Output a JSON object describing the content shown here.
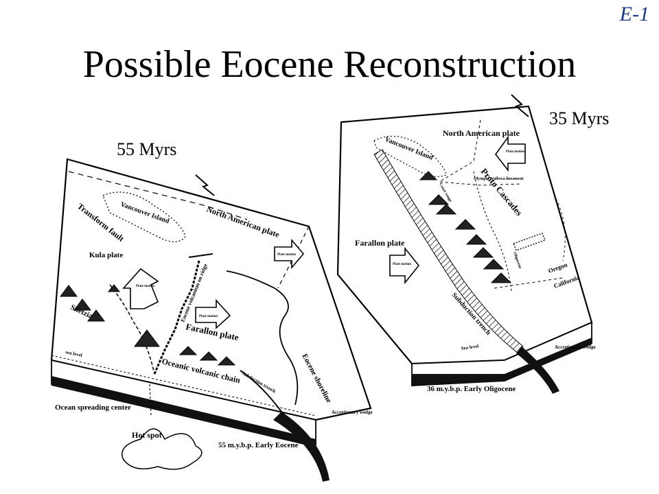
{
  "slide": {
    "id": "E-1",
    "title": "Possible Eocene Reconstruction"
  },
  "ages": {
    "left": "55 Myrs",
    "right": "35 Myrs"
  },
  "left_block": {
    "caption": "55 m.y.b.p.  Early Eocene",
    "labels": {
      "vancouver": "Vancouver Island",
      "north_american": "North American plate",
      "transform": "Transform fault",
      "kula": "Kula plate",
      "plate_motion": "Plate motion",
      "ridge": "Eocene volcanism on ridge",
      "farallon": "Farallon plate",
      "siletzia": "Siletzia",
      "oceanic_chain": "Oceanic volcanic chain",
      "subduction": "Subduction trench",
      "shoreline": "Eocene shoreline",
      "sea_level": "sea level",
      "spreading": "Ocean spreading center",
      "accretionary": "Accretionary wedge",
      "hotspot": "Hot spot"
    }
  },
  "right_block": {
    "caption": "36 m.y.b.p.  Early Oligocene",
    "labels": {
      "north_american": "North American plate",
      "vancouver": "Vancouver Island",
      "plate_motion": "Plate motion",
      "olympic": "Olympic Wallowa lineament",
      "proto": "Proto Cascades",
      "coast_range": "Coast range",
      "farallon": "Farallon plate",
      "oligocene": "Oligocene",
      "oregon": "Oregon",
      "california": "California",
      "subduction": "Subduction trench",
      "accretionary": "Accretionary wedge",
      "sea_level": "Sea level"
    }
  }
}
